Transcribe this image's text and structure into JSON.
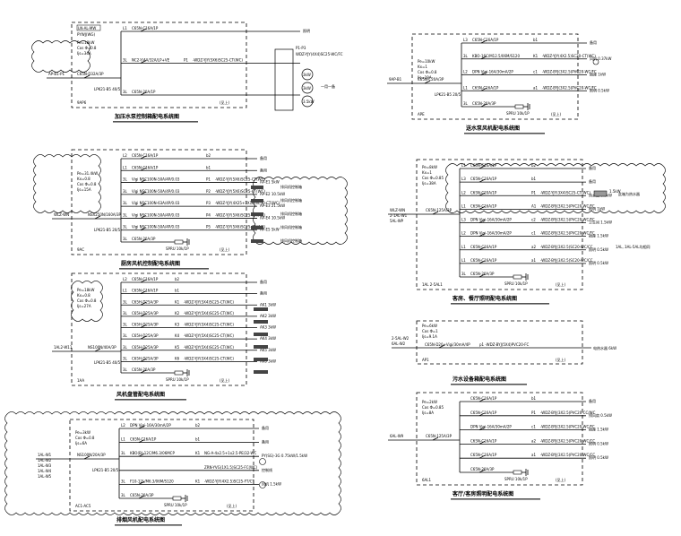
{
  "diagrams": [
    {
      "id": "d1",
      "title": "加压水泵控制箱配电系统图",
      "box_label": "LN-AL-MW",
      "box_sub": "PYWJ(WG)",
      "params": [
        "Pe=18kW",
        "Cos Φ=0.8",
        "Ijs=34A"
      ],
      "incoming": "AP-B1-P1",
      "main_breaker": "C65N-D32A/3P",
      "spd": "LPK21-B5 40/5",
      "panel_id": "9AP6",
      "footer": "(见上)",
      "circuits": [
        {
          "phase": "L1",
          "breaker": "C65N-C16A/1P",
          "id": "",
          "cable": "",
          "load": "照明"
        },
        {
          "phase": "3L",
          "breaker": "NC2-Y/4A/32A/LP+VE",
          "id": "P1",
          "cable": "-WDZ-YJY(5X6)SC25-CT(WC)",
          "load": ""
        },
        {
          "phase": "3L",
          "breaker": "C65N-20A/1P",
          "id": "",
          "cable": "",
          "load": ""
        }
      ],
      "right_block": {
        "label": "P1-P3",
        "cable": "WDZ-YJY(4X4)SC25-WC/FC",
        "pumps": [
          "3kW",
          "3kW",
          "3.5kW"
        ],
        "note": "一用一备"
      },
      "surge": "SPRU 10k/1P"
    },
    {
      "id": "d2",
      "title": "送水泵风机配电系统图",
      "params": [
        "Pe=10kW",
        "Kx=1",
        "Cos Φ=0.8",
        "Ijs=19A"
      ],
      "incoming": "9AP-B1",
      "main_breaker": "C65N-C20A/3P",
      "spd": "LPK21-B5 20/5",
      "panel_id": "APE",
      "footer": "(见上)",
      "circuits": [
        {
          "phase": "L3",
          "breaker": "C65N-C16A/1P",
          "id": "b1",
          "cable": "",
          "load": "备用"
        },
        {
          "phase": "3L",
          "breaker": "KBO-16C/M12.5/06M/S120",
          "id": "K1",
          "cable": "-WDZ-YJY(4X2.5)SC20-CT(WC)",
          "load": "风机 0.37kW"
        },
        {
          "phase": "L2",
          "breaker": "DPN Vigi-16A/30mA/2P",
          "id": "c1",
          "cable": "-WDZ-BYJ(3X2.5)PVC20-WC/FC",
          "load": "插座 1kW"
        },
        {
          "phase": "L1",
          "breaker": "C65N-C16A/1P",
          "id": "a1",
          "cable": "-WDZ-BYJ(3X2.5)PVC20-WC/FC",
          "load": "照明 0.5kW"
        },
        {
          "phase": "3L",
          "breaker": "C65N-20A/3P",
          "id": "",
          "cable": "",
          "load": ""
        }
      ],
      "surge": "SPRU 10k/1P"
    },
    {
      "id": "d3",
      "title": "厨房风机控制配电系统图",
      "params": [
        "Pe=31.4kW",
        "Kx=0.8",
        "Cos Φ=0.8",
        "Ijs=15A"
      ],
      "incoming": "WLZ-WN",
      "main_breaker": "NSX250N/160A/3P",
      "spd": "LPK21-B5 20/5",
      "panel_id": "9AC",
      "footer": "(见上)",
      "circuits": [
        {
          "phase": "L2",
          "breaker": "C65N-C16A/1P",
          "id": "b2",
          "cable": "",
          "load": "备用"
        },
        {
          "phase": "L1",
          "breaker": "C65N-C16A/1P",
          "id": "b1",
          "cable": "",
          "load": "备用"
        },
        {
          "phase": "3L",
          "breaker": "Vigi NSC100N-50A/4P/0.03",
          "id": "P1",
          "cable": "-WDZ-YJY(5X6)SC25-CT(WC)",
          "load": "AP-E1 5kW"
        },
        {
          "phase": "3L",
          "breaker": "Vigi NSC100N-50A/4P/0.03",
          "id": "P2",
          "cable": "-WDZ-YJY(5X6)SC25-CT(WC)",
          "load": "AP-E2 10.5kW"
        },
        {
          "phase": "3L",
          "breaker": "Vigi NSC100N-63A/4P/0.03",
          "id": "P3",
          "cable": "-WDZ-YJY(4X25+1X16)SC50-CT(WC)",
          "load": "AP-E3 21.5kW"
        },
        {
          "phase": "3L",
          "breaker": "Vigi NSC100N-50A/4P/0.03",
          "id": "P4",
          "cable": "-WDZ-YJY(5X6)SC25-CT(WC)",
          "load": "AP-E4 10.5kW"
        },
        {
          "phase": "3L",
          "breaker": "Vigi NSC100N-50A/4P/0.03",
          "id": "P5",
          "cable": "-WDZ-YJY(5X6)SC25-CT(WC)",
          "load": "AP-E5 5kW"
        },
        {
          "phase": "3L",
          "breaker": "C65N-20A/3P",
          "id": "",
          "cable": "",
          "load": ""
        }
      ],
      "right_labels": [
        "排风机控制箱",
        "排风机控制箱",
        "排风机控制箱",
        "排风机控制箱",
        "排风机控制箱"
      ],
      "surge": "SPRU 10k/1P"
    },
    {
      "id": "d4",
      "title": "风机盘管配电系统图",
      "params": [
        "Pe=18kW",
        "Kx=0.8",
        "Cos Φ=0.8",
        "Ijs=27A"
      ],
      "incoming": "1AL2-W11",
      "main_breaker": "NS100N/40A/3P",
      "spd": "LPK21-B5 40/5",
      "panel_id": "1AA",
      "footer": "(见上)",
      "circuits": [
        {
          "phase": "L2",
          "breaker": "C65N-C16A/1P",
          "id": "b2",
          "cable": "",
          "load": "备用"
        },
        {
          "phase": "L1",
          "breaker": "C65N-C16A/1P",
          "id": "b1",
          "cable": "",
          "load": "备用"
        },
        {
          "phase": "3L",
          "breaker": "C65H-D25A/3P",
          "id": "K1",
          "cable": "-WDZ-YJY(5X4)SC25-CT(WC)",
          "load": "AK1 3kW"
        },
        {
          "phase": "3L",
          "breaker": "C65H-D25A/3P",
          "id": "K2",
          "cable": "-WDZ-YJY(5X4)SC25-CT(WC)",
          "load": "AK2 3kW"
        },
        {
          "phase": "3L",
          "breaker": "C65H-D25A/3P",
          "id": "K3",
          "cable": "-WDZ-YJY(5X4)SC25-CT(WC)",
          "load": "AK3 3kW"
        },
        {
          "phase": "3L",
          "breaker": "C65H-D25A/3P",
          "id": "K4",
          "cable": "-WDZ-YJY(5X4)SC25-CT(WC)",
          "load": "AK4 3kW"
        },
        {
          "phase": "3L",
          "breaker": "C65H-D25A/3P",
          "id": "K5",
          "cable": "-WDZ-YJY(5X4)SC25-CT(WC)",
          "load": "AK5 3kW"
        },
        {
          "phase": "3L",
          "breaker": "C65H-D25A/3P",
          "id": "K6",
          "cable": "-WDZ-YJY(5X4)SC25-CT(WC)",
          "load": "AK6 3kW"
        },
        {
          "phase": "3L",
          "breaker": "C65N-20A/3P",
          "id": "",
          "cable": "",
          "load": ""
        }
      ],
      "surge": "SPRU 10k/1P"
    },
    {
      "id": "d5",
      "title": "排烟风机配电系统图",
      "params": [
        "Pe=3kW",
        "Cos Φ=0.8",
        "Ijs=6A"
      ],
      "incoming": [
        "1AL-W1",
        "1AL-W2",
        "1AL-W3",
        "1AL-W4",
        "1AL-W5"
      ],
      "main_breaker": "NS100N/20A/3P",
      "spd": "LPK21-B5 20/5",
      "panel_id": "AC1-AC5",
      "footer": "(见上)",
      "circuits": [
        {
          "phase": "L2",
          "breaker": "DPN Vigi-16A/30mA/2P",
          "id": "b2",
          "cable": "",
          "load": "备用"
        },
        {
          "phase": "L1",
          "breaker": "C65N-C16A/1P",
          "id": "b1",
          "cable": "",
          "load": "备用"
        },
        {
          "phase": "3L",
          "breaker": "KBO(B)-12C/M6.3/06MCP",
          "id": "K1",
          "cable": "NG-A-4x2.5+1x2.5-PE/32-WC",
          "load": "PY(SG)-3G 0.75kW/1.5kW"
        },
        {
          "phase": "",
          "breaker": "",
          "id": "",
          "cable": "ZRN-YVG(1X1.5)SC25-FC(WC)",
          "load": "控制线"
        },
        {
          "phase": "3L",
          "breaker": "F10-12L/M6.3/06M/S120",
          "id": "K1",
          "cable": "-WDZ-YJY(4X2.5)SC25-FT/CT",
          "load": "风机 1.5kW"
        },
        {
          "phase": "3L",
          "breaker": "C65N-20A/3P",
          "id": "",
          "cable": "",
          "load": ""
        }
      ],
      "surge": "SPRU 10k/1P"
    },
    {
      "id": "d6",
      "title": "客房、餐厅照明配电系统图",
      "params": [
        "Pe=8kW",
        "Kx=1",
        "Cos Φ=0.85",
        "Ijs=38A"
      ],
      "incoming": [
        "WLZ-WN",
        "2-1AL-W1",
        "5AL-WP"
      ],
      "main_breaker": "C65N-125A/3P",
      "panel_id": "1AL 2-5AL1",
      "footer": "(见上)",
      "circuits": [
        {
          "phase": "L1",
          "breaker": "C65N-C16A/1P",
          "id": "b2",
          "cable": "",
          "load": "备用"
        },
        {
          "phase": "L3",
          "breaker": "C65N-C16A/1P",
          "id": "b1",
          "cable": "",
          "load": "备用"
        },
        {
          "phase": "L2",
          "breaker": "C65N-C20A/1P",
          "id": "P1",
          "cable": "-WDZ-YJY(3X4)SC25-CT(WC)",
          "load": "热水器 1.5kW"
        },
        {
          "phase": "L1",
          "breaker": "C65N-C16A/1P",
          "id": "A1",
          "cable": "-WDZ-BYJ(3X2.5)PVC20-WC/FC",
          "load": "照明 1kW"
        },
        {
          "phase": "L3",
          "breaker": "DPN Vigi-16A/30mA/2P",
          "id": "c2",
          "cable": "-WDZ-BYJ(3X2.5)PVC20-WC/FC",
          "load": "卫生间 1.5kW"
        },
        {
          "phase": "L2",
          "breaker": "DPN Vigi-16A/30mA/2P",
          "id": "c1",
          "cable": "-WDZ-BYJ(3X2.5)PVC20-WC/FC",
          "load": "插座 1.5kW"
        },
        {
          "phase": "L1",
          "breaker": "C65N-C16A/1P",
          "id": "a2",
          "cable": "-WDZ-BYJ(3X2.5)SC20-WC/CC",
          "load": "照明 0.5kW"
        },
        {
          "phase": "L1",
          "breaker": "C65N-C16A/1P",
          "id": "a1",
          "cable": "-WDZ-BYJ(3X2.5)SC20-WC/CC",
          "load": "照明 0.5kW"
        },
        {
          "phase": "3L",
          "breaker": "C65N-20A/3P",
          "id": "",
          "cable": "",
          "load": ""
        }
      ],
      "side_note": "1AL, 3AL-5AL均相同",
      "cloud_note": "此箱为热水器",
      "surge": "SPRU 10k/1P"
    },
    {
      "id": "d7",
      "title": "污水设备箱配电系统图",
      "params": [
        "Pe=6kW",
        "Cos Φ=1",
        "Ijs=9.1A"
      ],
      "incoming": [
        "2-5AL-W2",
        "6AL-W2"
      ],
      "main_breaker": "C65N-D20+Vigi/30mA/4P",
      "circuit": {
        "id": "p1",
        "cable": "-WDZ-BYJ(5X4)PVC20-FC",
        "load": "电热水器 6kW"
      },
      "panel_id": "AP1",
      "footer": "(见上)"
    },
    {
      "id": "d8",
      "title": "客厅/客房照明配电系统图",
      "params": [
        "Pe=2kW",
        "Cos Φ=0.85",
        "Ijs=8A"
      ],
      "incoming": "6AL-W9",
      "main_breaker": "C65N-125A/3P",
      "panel_id": "6AL1",
      "footer": "(见上)",
      "circuits": [
        {
          "phase": "",
          "breaker": "C65N-C16A/1P",
          "id": "b1",
          "cable": "",
          "load": "备用"
        },
        {
          "phase": "",
          "breaker": "C65N-C16A/1P",
          "id": "P1",
          "cable": "-WDZ-BYJ(3X2.5)PVC20-CC/WC",
          "load": "排风扇 0.5kW"
        },
        {
          "phase": "",
          "breaker": "DPN Vigi-16A/30mA/2P",
          "id": "c1",
          "cable": "-WDZ-BYJ(3X2.5)PVC20-WC/FC",
          "load": "插座 1.5kW"
        },
        {
          "phase": "",
          "breaker": "C65N-C16A/1P",
          "id": "a2",
          "cable": "-WDZ-BYJ(3X2.5)PVC20-WC/CC",
          "load": "照明 0.5kW"
        },
        {
          "phase": "",
          "breaker": "C65N-C16A/1P",
          "id": "a1",
          "cable": "-WDZ-BYJ(3X2.5)PVC20-WC/CC",
          "load": "照明 0.5kW"
        },
        {
          "phase": "",
          "breaker": "C65N-20A/3P",
          "id": "",
          "cable": "",
          "load": ""
        }
      ],
      "surge": "SPRU 10k/1P"
    }
  ]
}
